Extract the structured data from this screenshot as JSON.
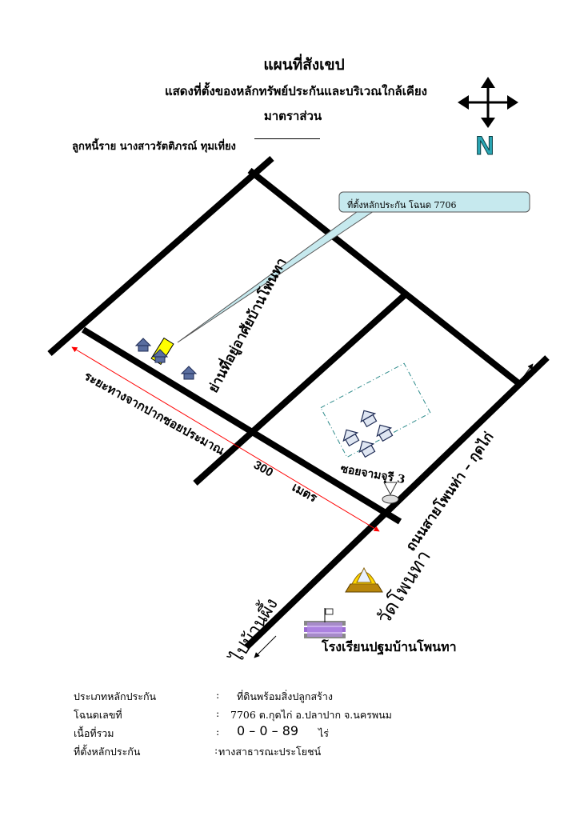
{
  "header": {
    "title": "แผนที่สังเขป",
    "subtitle": "แสดงที่ตั้งของหลักทรัพย์ประกันและบริเวณใกล้เคียง",
    "scale_label": "มาตราส่วน",
    "debtor_line": "ลูกหนี้ราย  นางสาวรัตติภรณ์ ทุมเที่ยง"
  },
  "compass": {
    "north_letter": "N"
  },
  "map": {
    "callout": "ที่ตั้งหลักประกัน โฉนด 7706",
    "labels": {
      "village": "ย่านที่อยู่อาศัยบ้านโพนทา",
      "distance_part1": "ระยะทางจากปากซอยประมาณ",
      "distance_value": "300",
      "distance_unit": "เมตร",
      "soi": "ซอยจามจุรี 3",
      "main_road": "ถนนสายโพนท่า – กุดไก่",
      "temple": "วัดโพนทา",
      "to_village": "ไปบ้านผึ้ง",
      "school": "โรงเรียนปฐมบ้านโพนทา"
    },
    "colors": {
      "road": "#000000",
      "callout_fill": "#c6e9ee",
      "marker": "#ffff00",
      "distance_line": "#ff0000",
      "north_letter": "#2aa6b4",
      "school": "#9b6bd2"
    }
  },
  "info": {
    "type_label": "ประเภทหลักประกัน",
    "type_value": "ที่ดินพร้อมสิ่งปลูกสร้าง",
    "deed_label": "โฉนดเลขที่",
    "deed_value": "7706   ต.กุดไก่    อ.ปลาปาก    จ.นครพนม",
    "area_label": "เนื้อที่รวม",
    "area_value": "0 – 0 – 89",
    "area_unit": "ไร่",
    "location_label": "ที่ตั้งหลักประกัน",
    "location_value": "ทางสาธารณะประโยชน์",
    "colon": ":"
  }
}
